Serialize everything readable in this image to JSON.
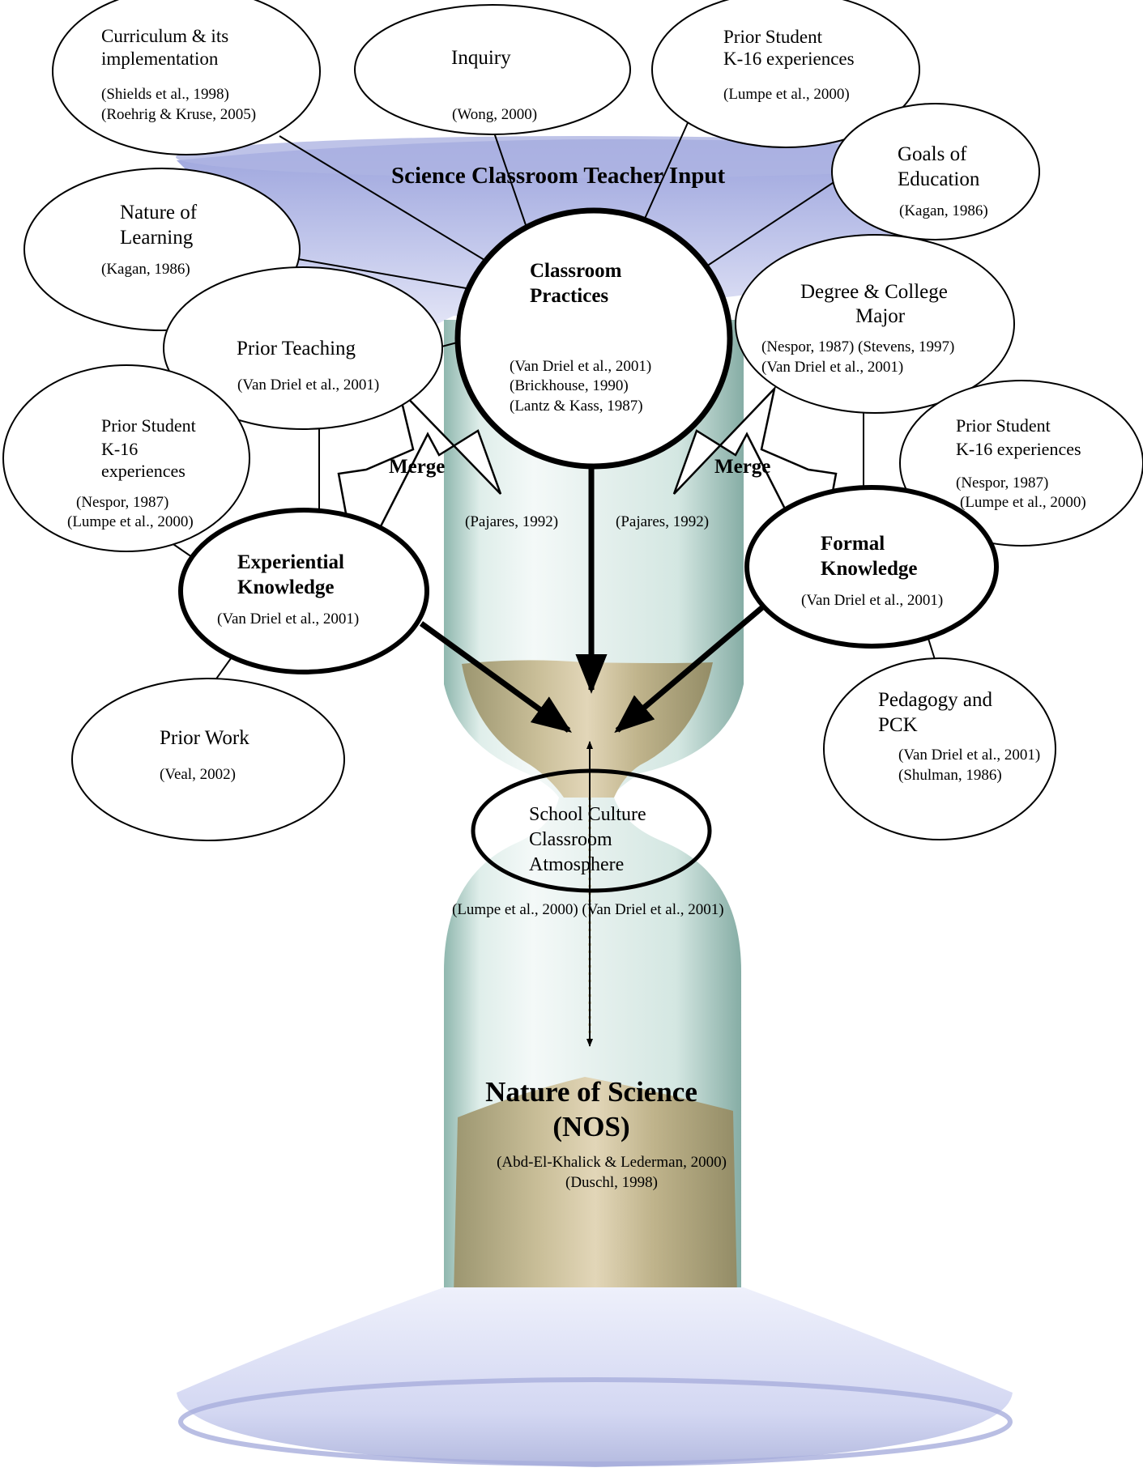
{
  "header_title": "Science Classroom Teacher Input",
  "merge_left": "Merge",
  "merge_right": "Merge",
  "pajares_left": "(Pajares, 1992)",
  "pajares_right": "(Pajares, 1992)",
  "curriculum": {
    "title_lines": [
      "Curriculum & its",
      "implementation"
    ],
    "refs": [
      "(Shields et al., 1998)",
      "(Roehrig & Kruse, 2005)"
    ]
  },
  "inquiry": {
    "title": "Inquiry",
    "ref": "(Wong, 2000)"
  },
  "prior_student_top": {
    "title_lines": [
      "Prior Student",
      "K-16 experiences"
    ],
    "ref": "(Lumpe et al., 2000)"
  },
  "goals": {
    "title_lines": [
      "Goals of",
      "Education"
    ],
    "ref": "(Kagan, 1986)"
  },
  "nature_learning": {
    "title_lines": [
      "Nature of",
      "Learning"
    ],
    "ref": "(Kagan, 1986)"
  },
  "classroom_practices": {
    "title_lines": [
      "Classroom",
      "Practices"
    ],
    "refs": [
      "(Van Driel et al., 2001)",
      "(Brickhouse, 1990)",
      "(Lantz & Kass, 1987)"
    ]
  },
  "prior_teaching": {
    "title": "Prior Teaching",
    "ref": "(Van Driel et al., 2001)"
  },
  "degree": {
    "title_lines": [
      "Degree & College",
      "Major"
    ],
    "refs": [
      "(Nespor, 1987) (Stevens, 1997)",
      "(Van Driel et al., 2001)"
    ]
  },
  "prior_student_left": {
    "title_lines": [
      "Prior Student",
      "K-16",
      "experiences"
    ],
    "refs": [
      "(Nespor, 1987)",
      "(Lumpe et al., 2000)"
    ]
  },
  "prior_student_right": {
    "title_lines": [
      "Prior Student",
      "K-16 experiences"
    ],
    "refs": [
      "(Nespor, 1987)",
      "(Lumpe et al., 2000)"
    ]
  },
  "experiential": {
    "title_lines": [
      "Experiential",
      "Knowledge"
    ],
    "ref": "(Van Driel et al., 2001)"
  },
  "formal": {
    "title_lines": [
      "Formal",
      "Knowledge"
    ],
    "ref": "(Van Driel et al., 2001)"
  },
  "pedagogy": {
    "title_lines": [
      "Pedagogy and",
      "PCK"
    ],
    "refs": [
      "(Van Driel et al., 2001)",
      "(Shulman, 1986)"
    ]
  },
  "prior_work": {
    "title": "Prior Work",
    "ref": "(Veal, 2002)"
  },
  "school_culture": {
    "title_lines": [
      "School Culture",
      "Classroom",
      "Atmosphere"
    ],
    "refs": "(Lumpe et al., 2000) (Van Driel et al., 2001)"
  },
  "nos": {
    "title_lines": [
      "Nature of Science",
      "(NOS)"
    ],
    "refs": [
      "(Abd-El-Khalick & Lederman, 2000)",
      "(Duschl, 1998)"
    ]
  }
}
